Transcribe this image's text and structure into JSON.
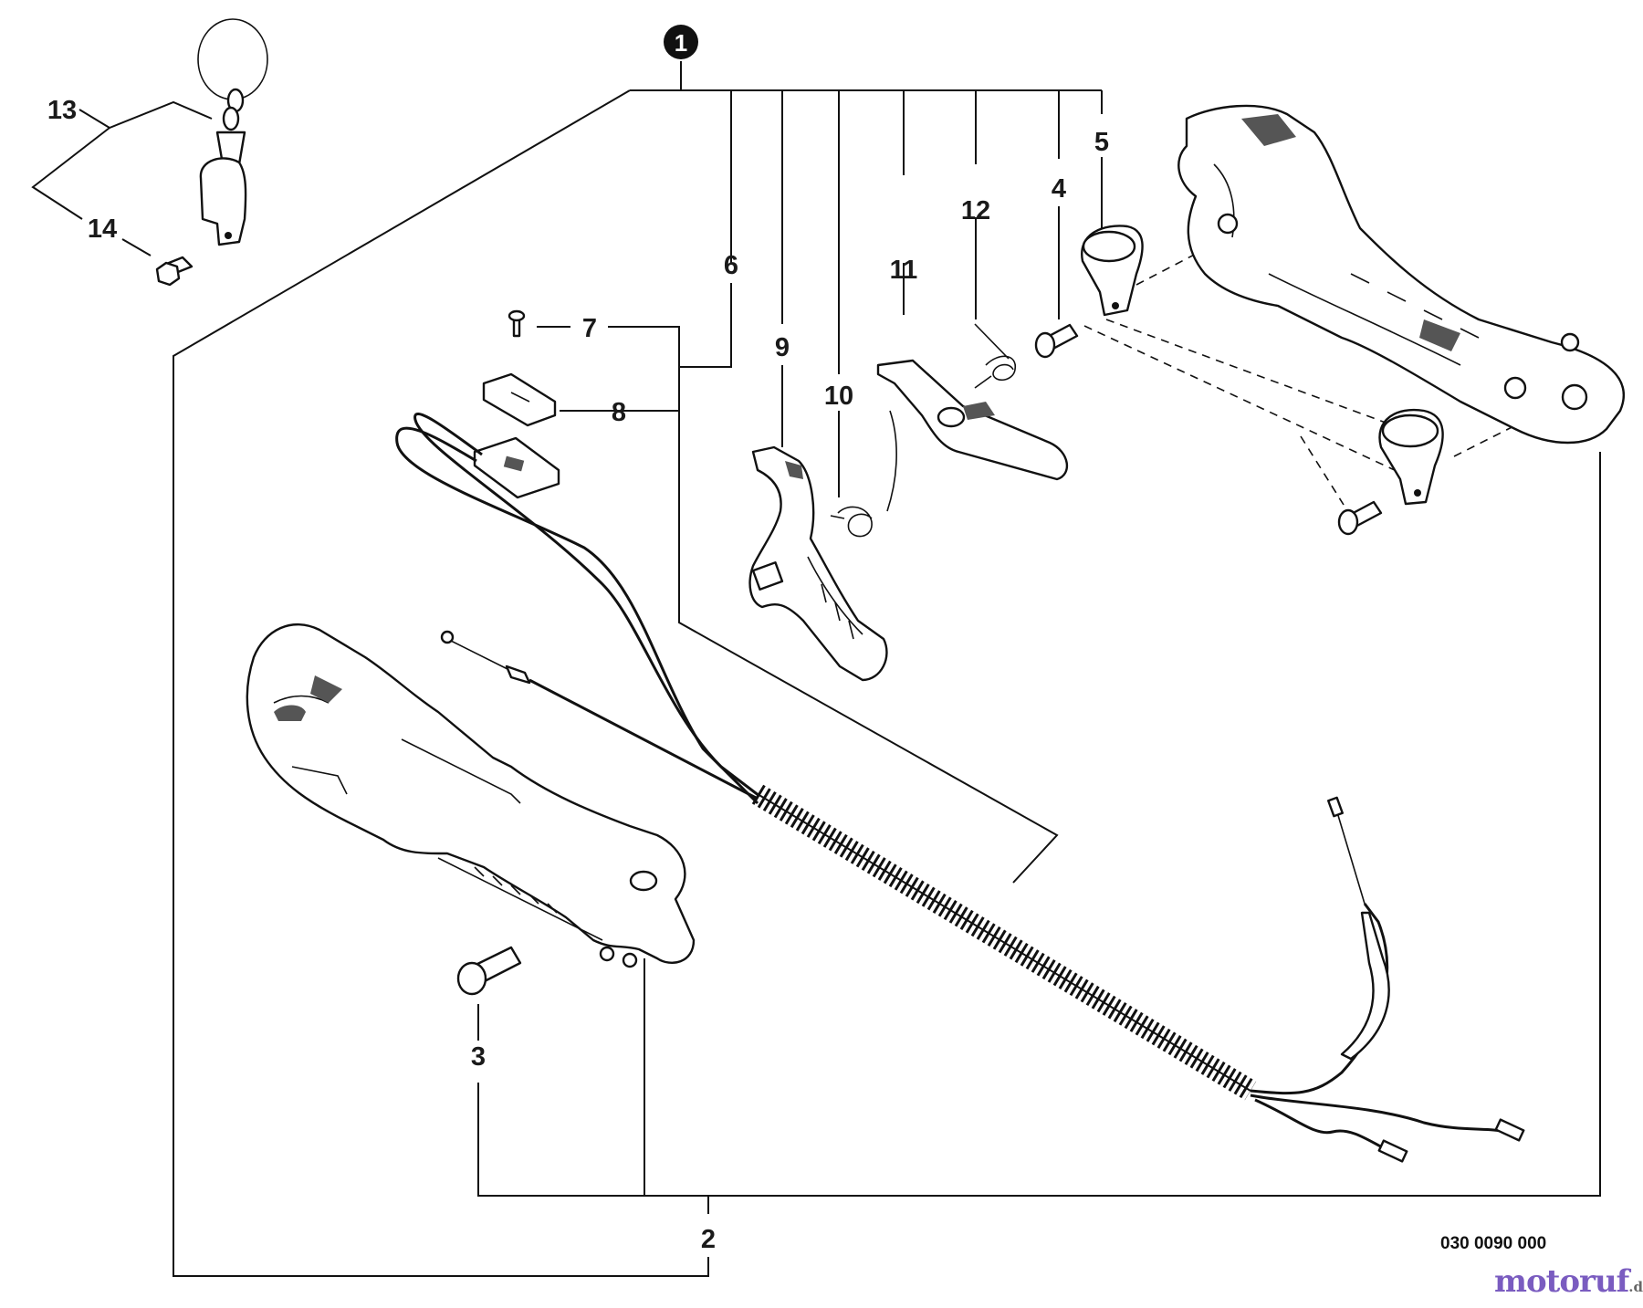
{
  "callouts": {
    "assembly": "1",
    "handle_lower": "2",
    "screw_lower": "3",
    "screw_upper": "4",
    "clamp": "5",
    "switch_group": "6",
    "screw_small": "7",
    "switch_plate": "8",
    "throttle_trigger": "9",
    "trigger_spring": "10",
    "lockout_lever": "11",
    "lever_spring": "12",
    "lanyard_ring": "13",
    "lanyard_bolt": "14"
  },
  "drawing_code": "030 0090 000",
  "watermark": {
    "text": "motoruf",
    "suffix": ".de"
  },
  "colors": {
    "line": "#111111",
    "background": "#ffffff",
    "shade": "#555555"
  }
}
